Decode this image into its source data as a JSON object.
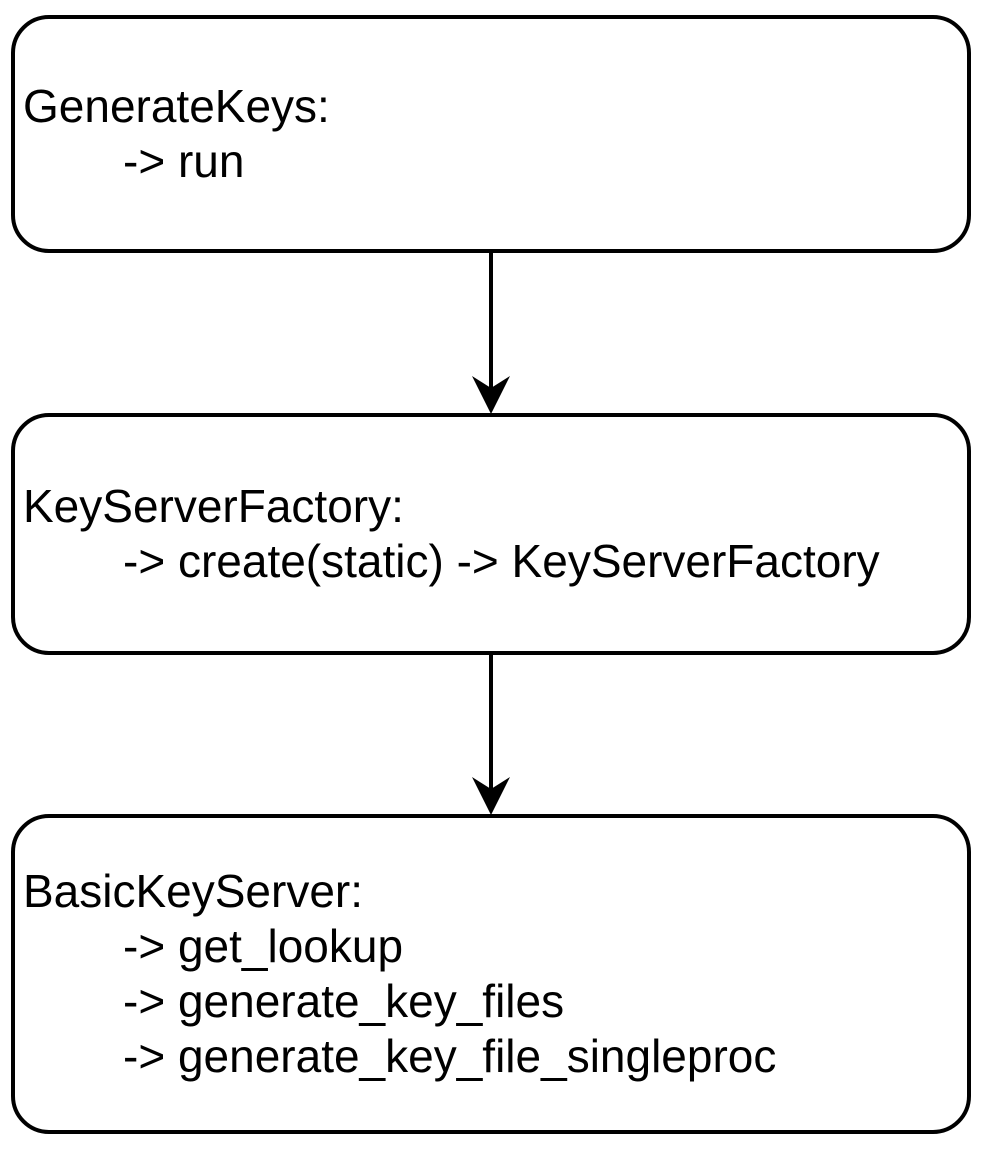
{
  "diagram": {
    "type": "flowchart",
    "colors": {
      "background": "#ffffff",
      "node_fill": "#ffffff",
      "stroke": "#000000",
      "text": "#000000"
    },
    "nodes": [
      {
        "id": "GenerateKeys",
        "title": "GenerateKeys:",
        "methods": [
          "-> run"
        ]
      },
      {
        "id": "KeyServerFactory",
        "title": "KeyServerFactory:",
        "methods": [
          "-> create(static) -> KeyServerFactory"
        ]
      },
      {
        "id": "BasicKeyServer",
        "title": "BasicKeyServer:",
        "methods": [
          "-> get_lookup",
          "-> generate_key_files",
          "-> generate_key_file_singleproc"
        ]
      }
    ],
    "edges": [
      {
        "from": "GenerateKeys",
        "to": "KeyServerFactory",
        "direction": "down"
      },
      {
        "from": "KeyServerFactory",
        "to": "BasicKeyServer",
        "direction": "down"
      }
    ]
  }
}
